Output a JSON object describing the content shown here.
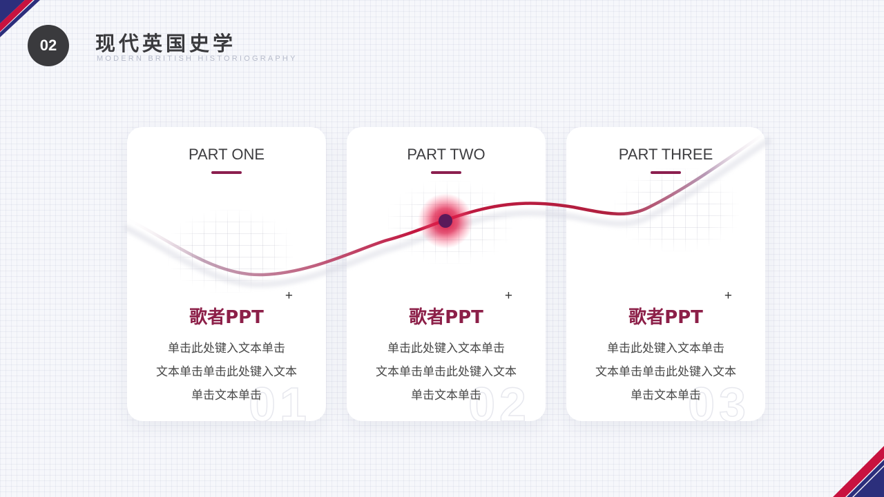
{
  "header": {
    "section_number": "02",
    "title": "现代英国史学",
    "subtitle": "MODERN BRITISH HISTORIOGRAPHY"
  },
  "colors": {
    "accent": "#8c1f48",
    "accent_red": "#c8123f",
    "navy": "#2c2f7c",
    "text_dark": "#3d3d40",
    "text_body": "#464646"
  },
  "cards": [
    {
      "part": "PART ONE",
      "heading": "歌者PPT",
      "lines": [
        "单击此处键入文本单击",
        "文本单击单击此处键入文本",
        "单击文本单击"
      ],
      "watermark": "01",
      "plus": "+"
    },
    {
      "part": "PART TWO",
      "heading": "歌者PPT",
      "lines": [
        "单击此处键入文本单击",
        "文本单击单击此处键入文本",
        "单击文本单击"
      ],
      "watermark": "02",
      "plus": "+"
    },
    {
      "part": "PART THREE",
      "heading": "歌者PPT",
      "lines": [
        "单击此处键入文本单击",
        "文本单击单击此处键入文本",
        "单击文本单击"
      ],
      "watermark": "03",
      "plus": "+"
    }
  ]
}
